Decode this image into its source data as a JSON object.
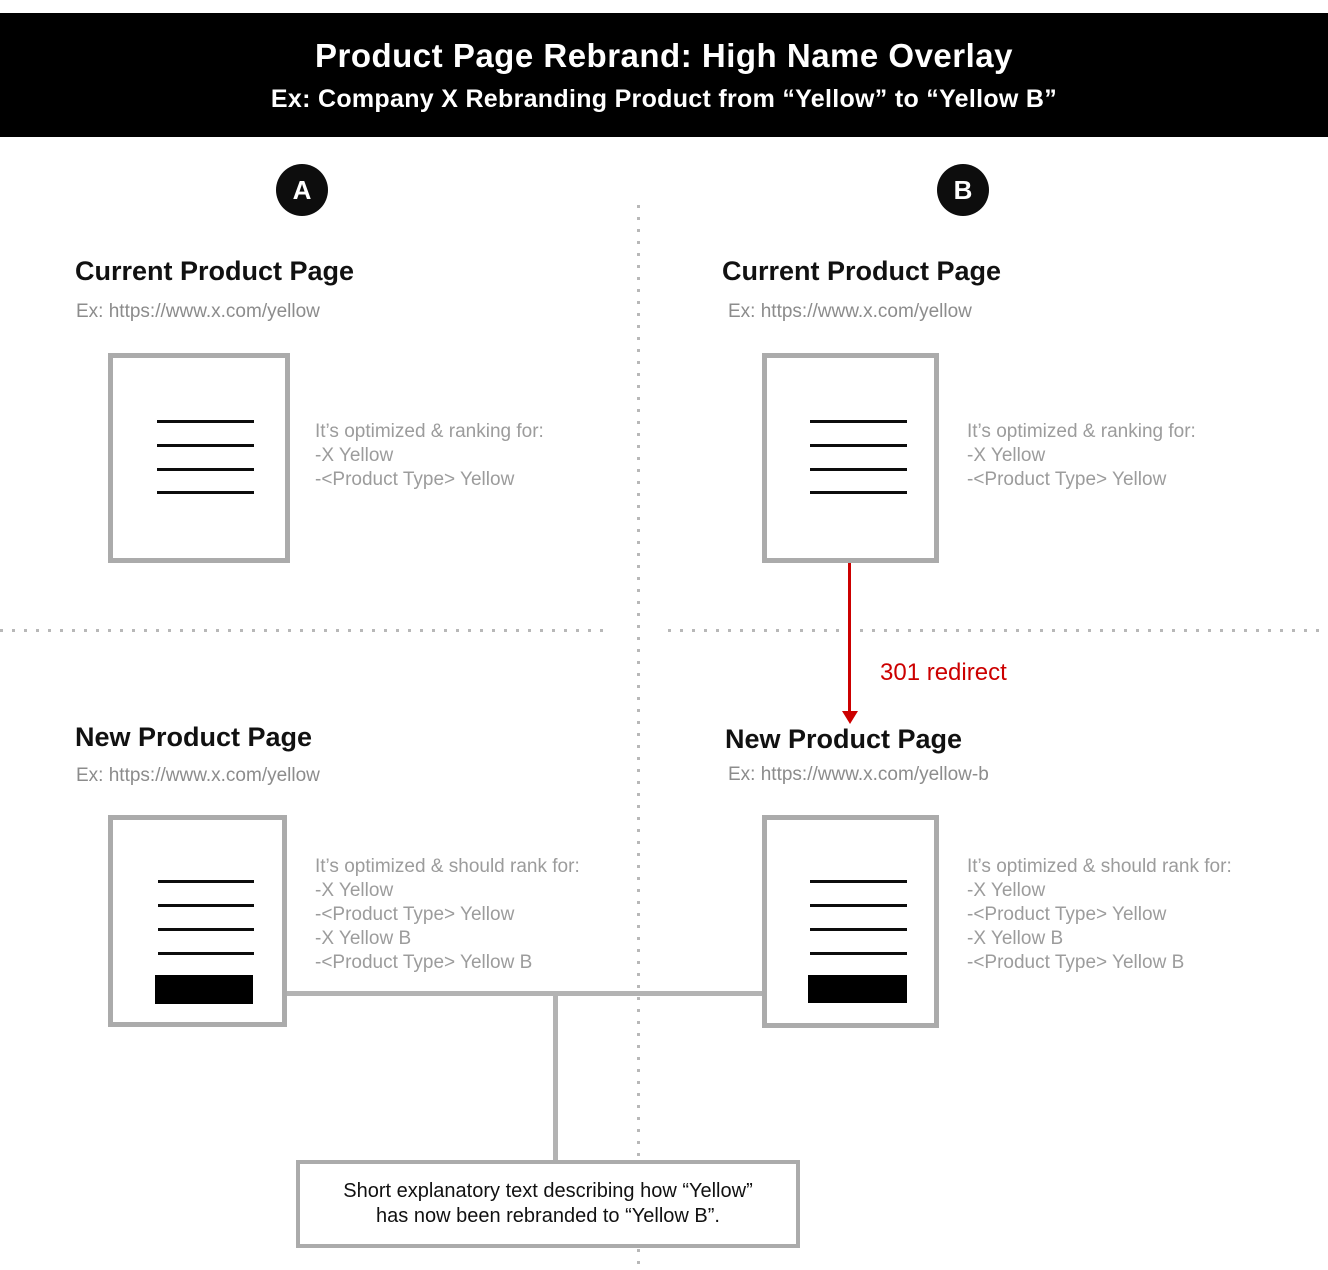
{
  "banner": {
    "title": "Product Page Rebrand: High Name Overlay",
    "subtitle": "Ex: Company X Rebranding Product from “Yellow” to “Yellow B”"
  },
  "columns": {
    "a": {
      "badge": "A",
      "current": {
        "heading": "Current Product Page",
        "url": "Ex: https://www.x.com/yellow",
        "notes": [
          "It’s optimized & ranking for:",
          "-X Yellow",
          "-<Product Type> Yellow"
        ]
      },
      "new": {
        "heading": "New Product Page",
        "url": "Ex: https://www.x.com/yellow",
        "notes": [
          "It’s optimized & should rank for:",
          "-X Yellow",
          "-<Product Type> Yellow",
          "-X Yellow B",
          "-<Product Type> Yellow B"
        ]
      }
    },
    "b": {
      "badge": "B",
      "current": {
        "heading": "Current Product Page",
        "url": "Ex: https://www.x.com/yellow",
        "notes": [
          "It’s optimized & ranking for:",
          "-X Yellow",
          "-<Product Type> Yellow"
        ]
      },
      "redirect_label": "301 redirect",
      "new": {
        "heading": "New Product Page",
        "url": "Ex: https://www.x.com/yellow-b",
        "notes": [
          "It’s optimized & should rank for:",
          "-X Yellow",
          "-<Product Type> Yellow",
          "-X Yellow B",
          "-<Product Type> Yellow B"
        ]
      }
    }
  },
  "callout": {
    "line1": "Short explanatory text describing how “Yellow”",
    "line2": "has now been rebranded to “Yellow B”."
  },
  "colors": {
    "banner_bg": "#000000",
    "accent_red": "#cc0000",
    "heading_black": "#111111",
    "url_gray": "#8c8c8c",
    "note_gray": "#9c9c9c",
    "border_gray": "#ababab",
    "connector_gray": "#b3b3b3",
    "dotted_gray": "#b8b8b8"
  }
}
